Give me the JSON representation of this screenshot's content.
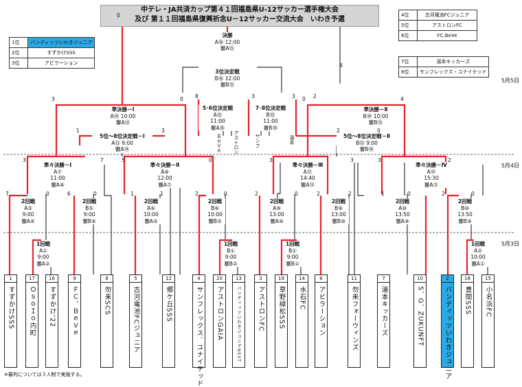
{
  "title": {
    "line1": "中テレ・JA共済カップ第４１回福島県U-12サッカー選手権大会",
    "line2": "及び 第１１回福島県復興祈念U－12サッカー交流大会　いわき予選"
  },
  "rank_left": [
    {
      "pos": "1位",
      "team": "バンディッツいわきジュニア"
    },
    {
      "pos": "2位",
      "team": "すずかけSSS"
    },
    {
      "pos": "3位",
      "team": "アビラーション"
    }
  ],
  "rank_right": [
    {
      "pos": "4位",
      "team": "古河電池FCジュニア"
    },
    {
      "pos": "5位",
      "team": "アストロンFC"
    },
    {
      "pos": "6位",
      "team": "FC.BeVe"
    }
  ],
  "rank_right2": [
    {
      "pos": "7位",
      "team": "湯本キッカーズ"
    },
    {
      "pos": "8位",
      "team": "サンフレックス・ユナイテッド"
    }
  ],
  "dates": {
    "d1": "5月5日",
    "d2": "5月4日",
    "d3": "5月3日"
  },
  "matches": {
    "final": [
      "決勝",
      "A⑯  12:00",
      "審A⑮"
    ],
    "third": [
      "3位決定戦",
      "B⑯  12:00",
      "審B⑮"
    ],
    "sf1": [
      "準決勝－Ⅰ",
      "A⑭  10:00",
      "審A⑬"
    ],
    "sf2": [
      "準決勝－Ⅱ",
      "B⑭  10:00",
      "審B⑬"
    ],
    "p56": [
      "5･6位決定戦",
      "A⑮",
      "11:00",
      "審A⑯"
    ],
    "p78": [
      "7･8位決定戦",
      "B⑮",
      "11:00",
      "審B⑯"
    ],
    "c1": [
      "5位～8位決定戦－Ⅰ",
      "A⑬  9:00",
      "審A⑭"
    ],
    "c2": [
      "5位～8位決定戦－Ⅱ",
      "B⑬  9:00",
      "審B⑭"
    ],
    "q1": [
      "準々決勝－Ⅰ",
      "A⑦",
      "11:00",
      "審A⑧"
    ],
    "q2": [
      "準々決勝－Ⅱ",
      "A⑧",
      "12:00",
      "審A⑦"
    ],
    "q3": [
      "準々決勝－Ⅲ",
      "A⑪",
      "14:40",
      "審A⑫"
    ],
    "q4": [
      "準々決勝－Ⅳ",
      "A⑫",
      "15:30",
      "審A⑪"
    ],
    "r2_1": [
      "2回戦",
      "A⑤",
      "9:00",
      "審A⑥"
    ],
    "r2_2": [
      "2回戦",
      "B⑤",
      "9:00",
      "審B⑥"
    ],
    "r2_3": [
      "2回戦",
      "A⑥",
      "10:00",
      "審A⑤"
    ],
    "r2_4": [
      "2回戦",
      "B⑥",
      "10:00",
      "審B⑤"
    ],
    "r2_5": [
      "2回戦",
      "A⑨",
      "13:00",
      "審A⑩"
    ],
    "r2_6": [
      "2回戦",
      "B⑨",
      "13:00",
      "審B⑩"
    ],
    "r2_7": [
      "2回戦",
      "A⑩",
      "13:50",
      "審A⑨"
    ],
    "r2_8": [
      "2回戦",
      "B⑩",
      "13:50",
      "審B⑨"
    ],
    "r1_1": [
      "1回戦",
      "A①",
      "9:00",
      "審A②"
    ],
    "r1_2": [
      "1回戦",
      "B①",
      "9:00",
      "審B②"
    ],
    "r1_3": [
      "1回戦",
      "B①",
      "9:00",
      "審B①"
    ],
    "r1_4": [
      "1回戦",
      "A②",
      "10:00",
      "審A①"
    ]
  },
  "vertical_labels": {
    "bv": "ＢｅＶｅ",
    "astron": "アストロン",
    "sanf": "サンフ",
    "yumoto": "湯本"
  },
  "teams": [
    {
      "seed": "1",
      "name": "すずかけSSS"
    },
    {
      "seed": "17",
      "name": "ＯｓｏＩｏ内町"
    },
    {
      "seed": "16",
      "name": "すずかけ’22"
    },
    {
      "seed": "9",
      "name": "ＦＣ．ＢｅＶｅ"
    },
    {
      "seed": "8",
      "name": "勿来SCS"
    },
    {
      "seed": "5",
      "name": "古河電池FCジュニア"
    },
    {
      "seed": "12",
      "name": "郷ケ丘SSS"
    },
    {
      "seed": "4",
      "name": "サンフレックス．ユナイテッド"
    },
    {
      "seed": "20",
      "name": "アストロンGAIA"
    },
    {
      "seed": "13",
      "name": "バンディッツいわきジュニアNEXT"
    },
    {
      "seed": "3",
      "name": "アストロンFC"
    },
    {
      "seed": "19",
      "name": "草野緑松SSS"
    },
    {
      "seed": "14",
      "name": "水石FC"
    },
    {
      "seed": "6",
      "name": "アビラーション"
    },
    {
      "seed": "11",
      "name": "勿来フォーウィンズ"
    },
    {
      "seed": "7",
      "name": "湯本キッカーズ"
    },
    {
      "seed": "10",
      "name": "S．G．ZUKUNFT"
    },
    {
      "seed": "2",
      "name": "バンディッツいわきジュニア"
    },
    {
      "seed": "18",
      "name": "豊間SSS"
    },
    {
      "seed": "15",
      "name": "小名浜FC"
    }
  ],
  "scores": [
    "7",
    "0",
    "8",
    "0",
    "5",
    "2",
    "3",
    "2",
    "3",
    "0",
    "1",
    "2",
    "3",
    "4",
    "0",
    "6",
    "3",
    "2",
    "2",
    "0",
    "0",
    "7",
    "1",
    "1",
    "4",
    "0",
    "0",
    "2",
    "2",
    "3",
    "2",
    "3",
    "0",
    "3",
    "3",
    "1",
    "0",
    "0"
  ],
  "footnote": "※審判については３人制で実施する。",
  "colors": {
    "winner": "#e8202a",
    "line": "#333333",
    "highlight": "#29a9e6"
  }
}
